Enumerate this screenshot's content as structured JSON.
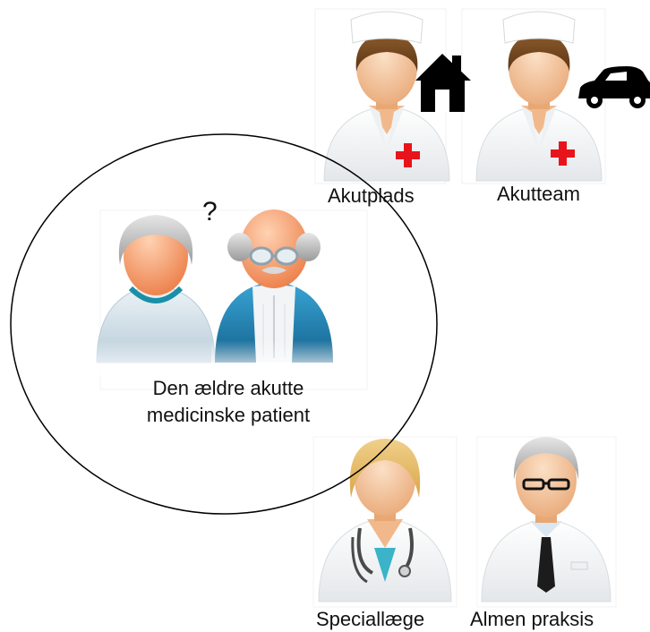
{
  "question_mark": "?",
  "patient": {
    "label_line1": "Den ældre akutte",
    "label_line2": "medicinske patient"
  },
  "roles": {
    "akutplads": "Akutplads",
    "akutteam": "Akutteam",
    "speciallaege": "Speciallæge",
    "almen_praksis": "Almen praksis"
  },
  "icons": {
    "house": "house-icon",
    "car": "car-icon",
    "red_cross": "red-cross-icon"
  },
  "colors": {
    "red_cross": "#e8141b",
    "nurse_skin": "#f4c39a",
    "patient_skin": "#f39a6a",
    "man_jacket": "#1f7fb0",
    "woman_top": "#cfe0ea"
  }
}
